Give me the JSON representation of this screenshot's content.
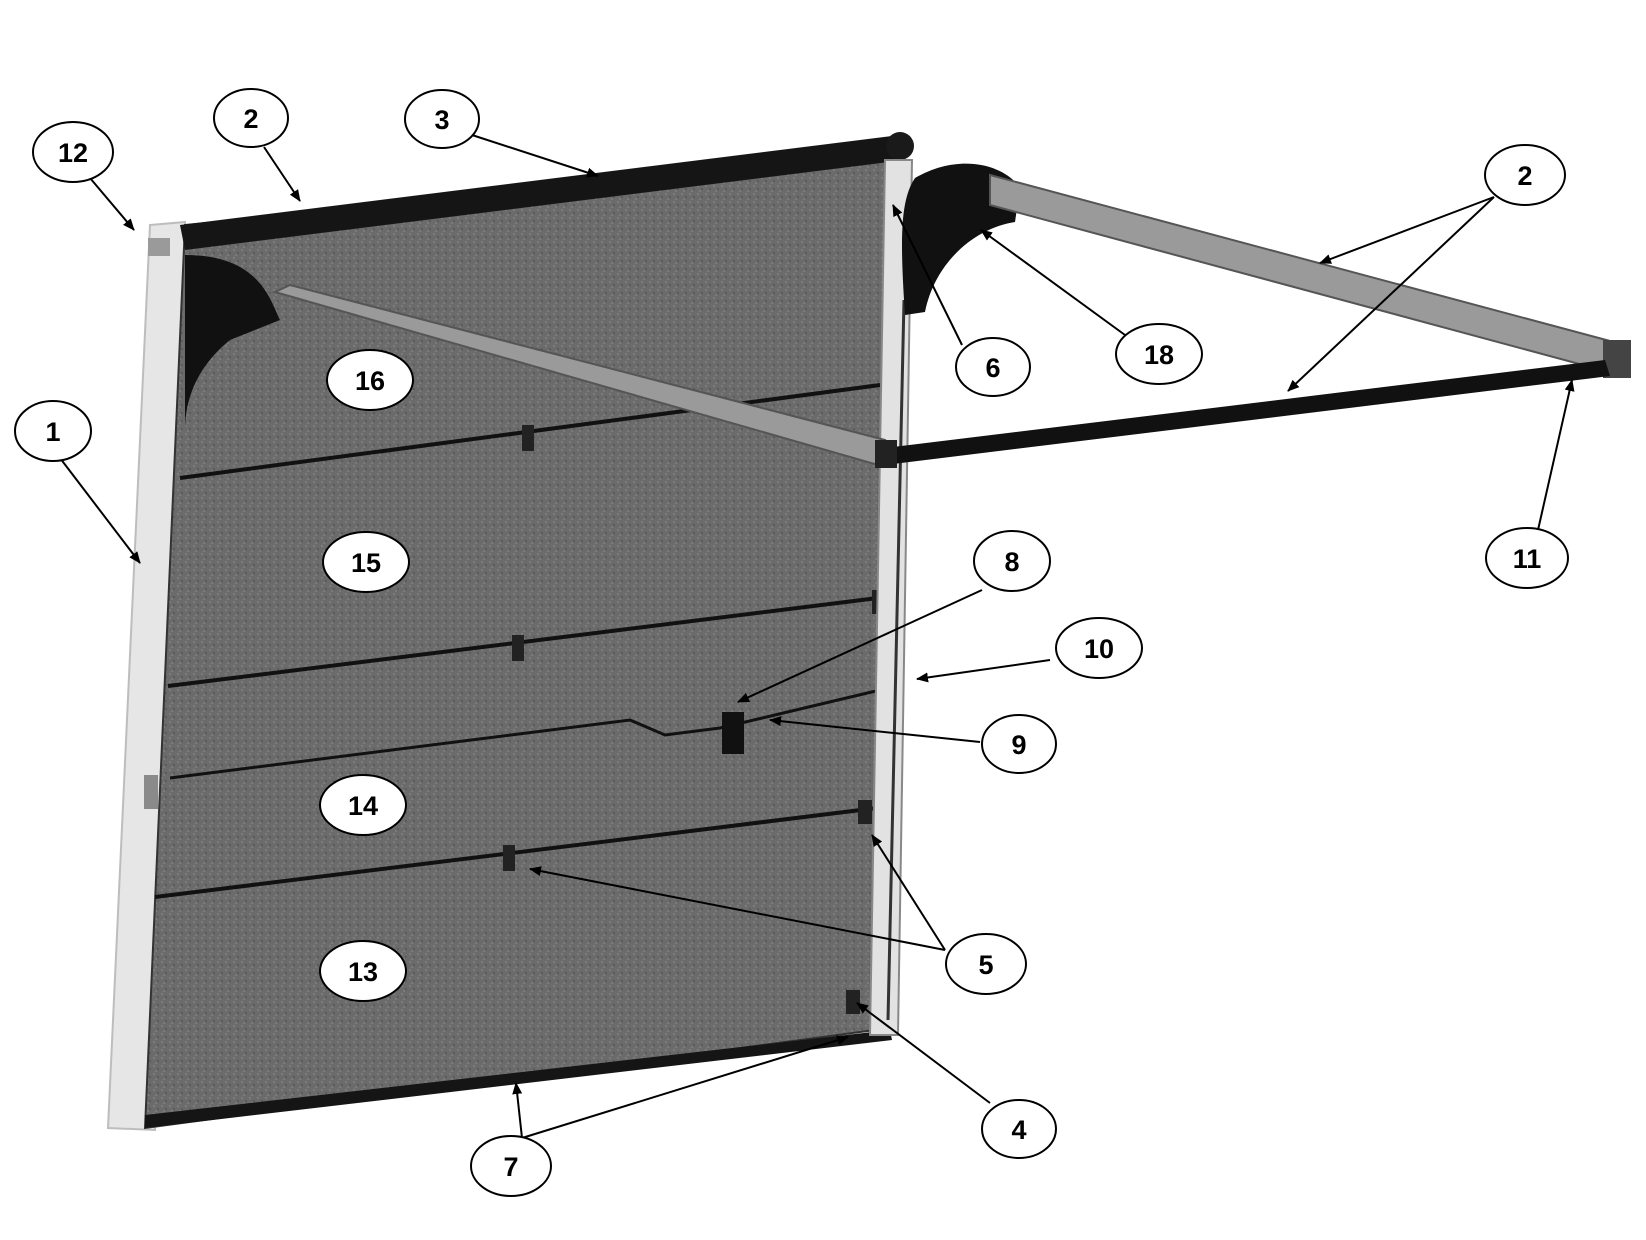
{
  "callouts": {
    "c12": "12",
    "c2_top": "2",
    "c3": "3",
    "c2_right": "2",
    "c6": "6",
    "c18": "18",
    "c16": "16",
    "c1": "1",
    "c15": "15",
    "c11": "11",
    "c8": "8",
    "c10": "10",
    "c9": "9",
    "c14": "14",
    "c5": "5",
    "c13": "13",
    "c4": "4",
    "c7": "7"
  },
  "colors": {
    "panel": "#6e6e6e",
    "frame": "#e4e4e4",
    "rail": "#111111",
    "track": "#9a9a9a"
  }
}
